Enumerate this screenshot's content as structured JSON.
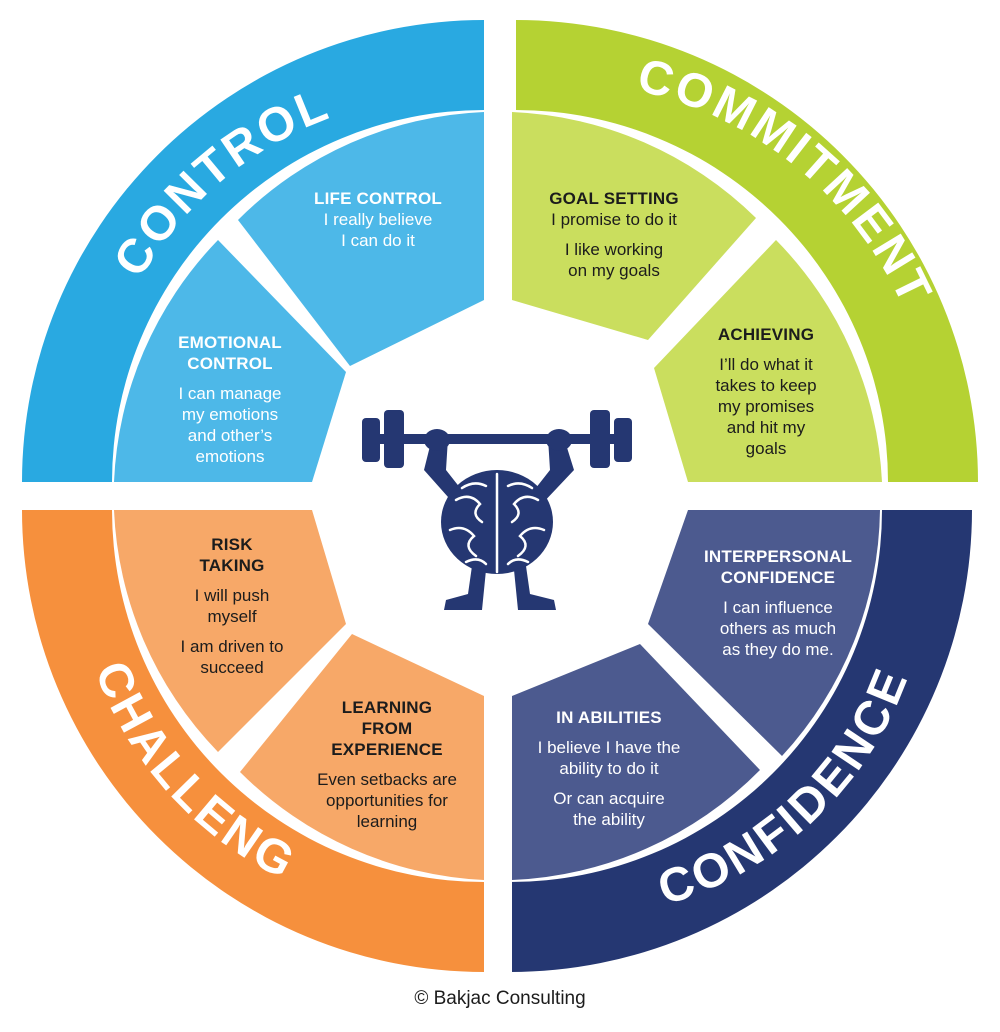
{
  "ring": {
    "control": {
      "label": "CONTROL",
      "color": "#29a9e1"
    },
    "commitment": {
      "label": "COMMITMENT",
      "color": "#b5d233"
    },
    "challenge": {
      "label": "CHALLENGE",
      "color": "#f6903d"
    },
    "confidence": {
      "label": "CONFIDENCE",
      "color": "#253772"
    }
  },
  "segments": {
    "life_control": {
      "title": "LIFE CONTROL",
      "lines": [
        "I really believe",
        "I can do it"
      ],
      "color": "#4db8e8"
    },
    "emotional_control": {
      "title": [
        "EMOTIONAL",
        "CONTROL"
      ],
      "lines": [
        "I can manage",
        "my emotions",
        "and other’s",
        "emotions"
      ],
      "color": "#4db8e8"
    },
    "goal_setting": {
      "title": "GOAL SETTING",
      "line1": "I promise to do it",
      "lines2": [
        "I like working",
        "on my goals"
      ],
      "color": "#cade5e"
    },
    "achieving": {
      "title": "ACHIEVING",
      "lines": [
        "I’ll do what it",
        "takes to keep",
        "my promises",
        "and hit my",
        "goals"
      ],
      "color": "#cade5e"
    },
    "risk_taking": {
      "title": [
        "RISK",
        "TAKING"
      ],
      "lines1": [
        "I will push",
        "myself"
      ],
      "lines2": [
        "I am driven to",
        "succeed"
      ],
      "color": "#f7a868"
    },
    "learning": {
      "title": [
        "LEARNING",
        "FROM",
        "EXPERIENCE"
      ],
      "lines": [
        "Even setbacks are",
        "opportunities for",
        "learning"
      ],
      "color": "#f7a868"
    },
    "interpersonal": {
      "title": [
        "INTERPERSONAL",
        "CONFIDENCE"
      ],
      "lines": [
        "I can influence",
        "others as much",
        "as they do me."
      ],
      "color": "#4c5a8f"
    },
    "in_abilities": {
      "title": "IN ABILITIES",
      "lines1": [
        "I believe I have the",
        "ability to do it"
      ],
      "lines2": [
        "Or can acquire",
        "the ability"
      ],
      "color": "#4c5a8f"
    }
  },
  "center": {
    "icon": "brain-weightlifter-icon",
    "color": "#253772"
  },
  "copyright": "© Bakjac Consulting"
}
